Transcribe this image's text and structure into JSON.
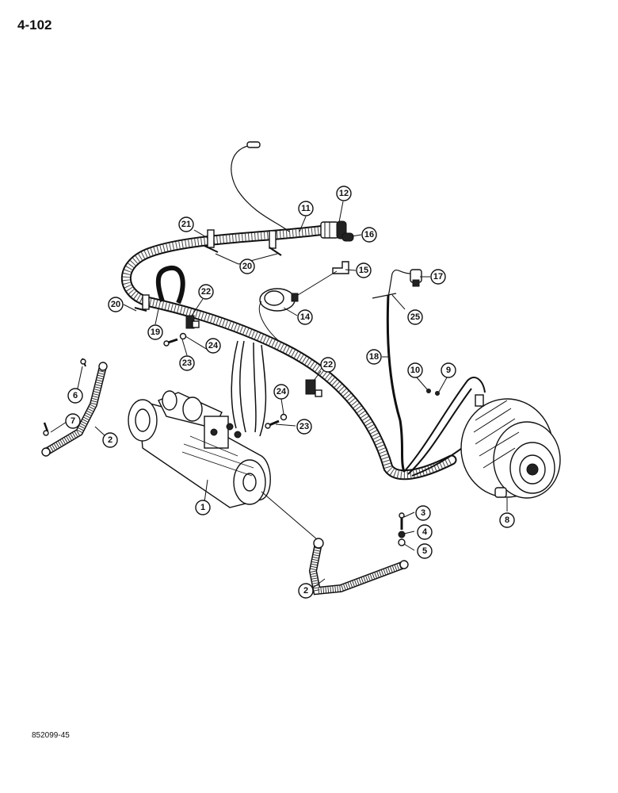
{
  "page": {
    "number": "4-102",
    "figure_id": "852099-45"
  },
  "callouts": [
    "1",
    "2",
    "2",
    "3",
    "4",
    "5",
    "6",
    "7",
    "8",
    "9",
    "10",
    "11",
    "12",
    "14",
    "15",
    "16",
    "17",
    "18",
    "19",
    "20",
    "20",
    "21",
    "22",
    "22",
    "23",
    "23",
    "24",
    "24",
    "25"
  ]
}
